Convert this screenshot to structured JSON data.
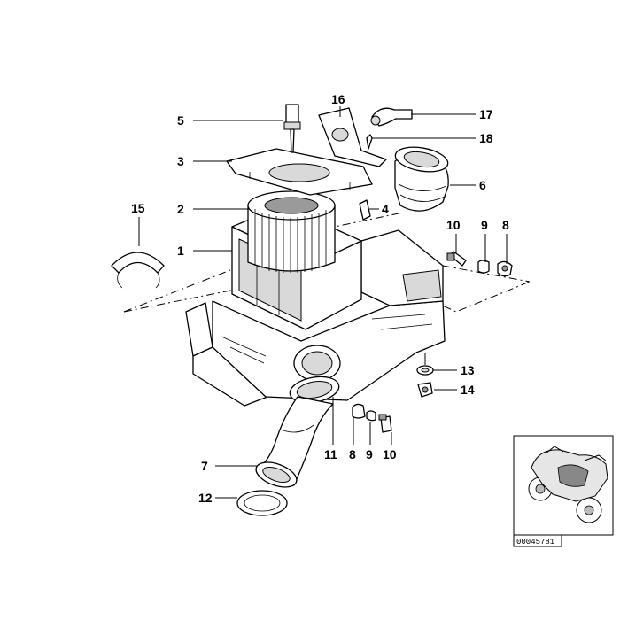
{
  "callouts": {
    "c1": "1",
    "c2": "2",
    "c3": "3",
    "c4": "4",
    "c5": "5",
    "c6": "6",
    "c7": "7",
    "c8a": "8",
    "c8b": "8",
    "c9a": "9",
    "c9b": "9",
    "c10a": "10",
    "c10b": "10",
    "c11": "11",
    "c12": "12",
    "c13": "13",
    "c14": "14",
    "c15": "15",
    "c16": "16",
    "c17": "17",
    "c18": "18"
  },
  "thumbnail": {
    "reference_code": "00045781"
  }
}
